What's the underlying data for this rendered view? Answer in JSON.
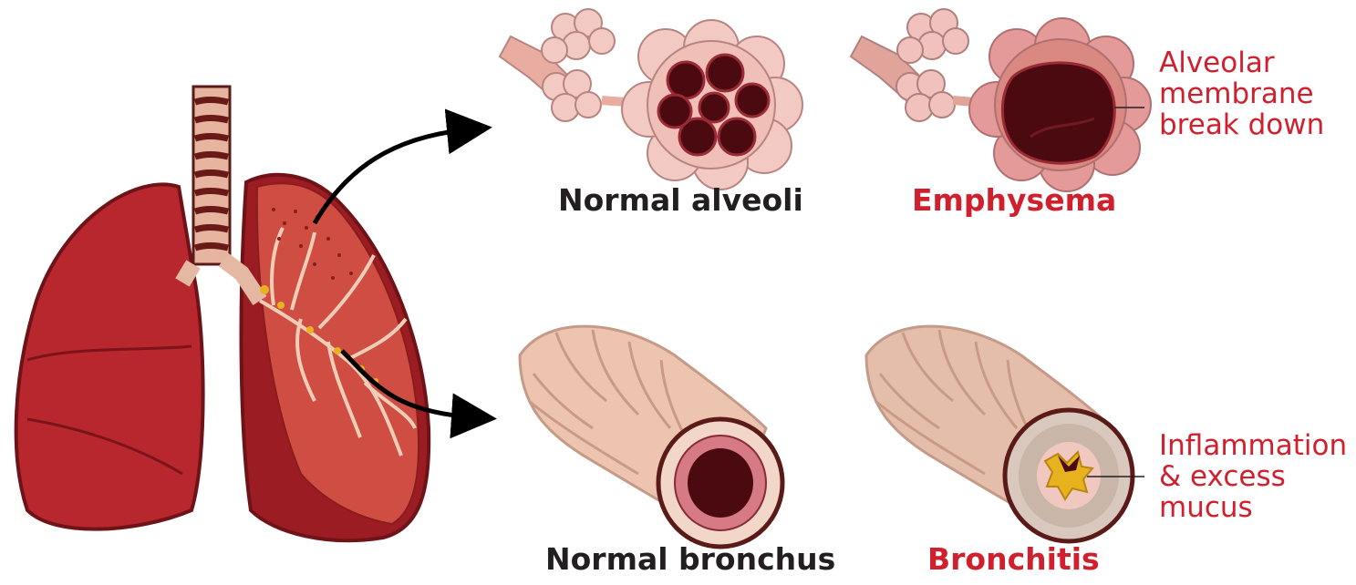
{
  "captions": {
    "normal_alveoli": "Normal alveoli",
    "emphysema": "Emphysema",
    "normal_bronchus": "Normal bronchus",
    "bronchitis": "Bronchitis"
  },
  "annotations": {
    "alveolar": [
      "Alveolar",
      "membrane",
      "break down"
    ],
    "inflammation": [
      "Inflammation",
      "& excess",
      "mucus"
    ]
  },
  "colors": {
    "caption_dark": "#231f20",
    "disease_red": "#d0202e",
    "lung_red": "#b8262e",
    "lung_dark": "#7a1418",
    "tissue_pink": "#eab6b0",
    "tube_beige": "#ecc4b0",
    "mucus_yellow": "#e8b21e"
  },
  "icons": [
    "lungs-illustration",
    "alveoli-cluster",
    "bronchus-tube",
    "arrow-right"
  ]
}
